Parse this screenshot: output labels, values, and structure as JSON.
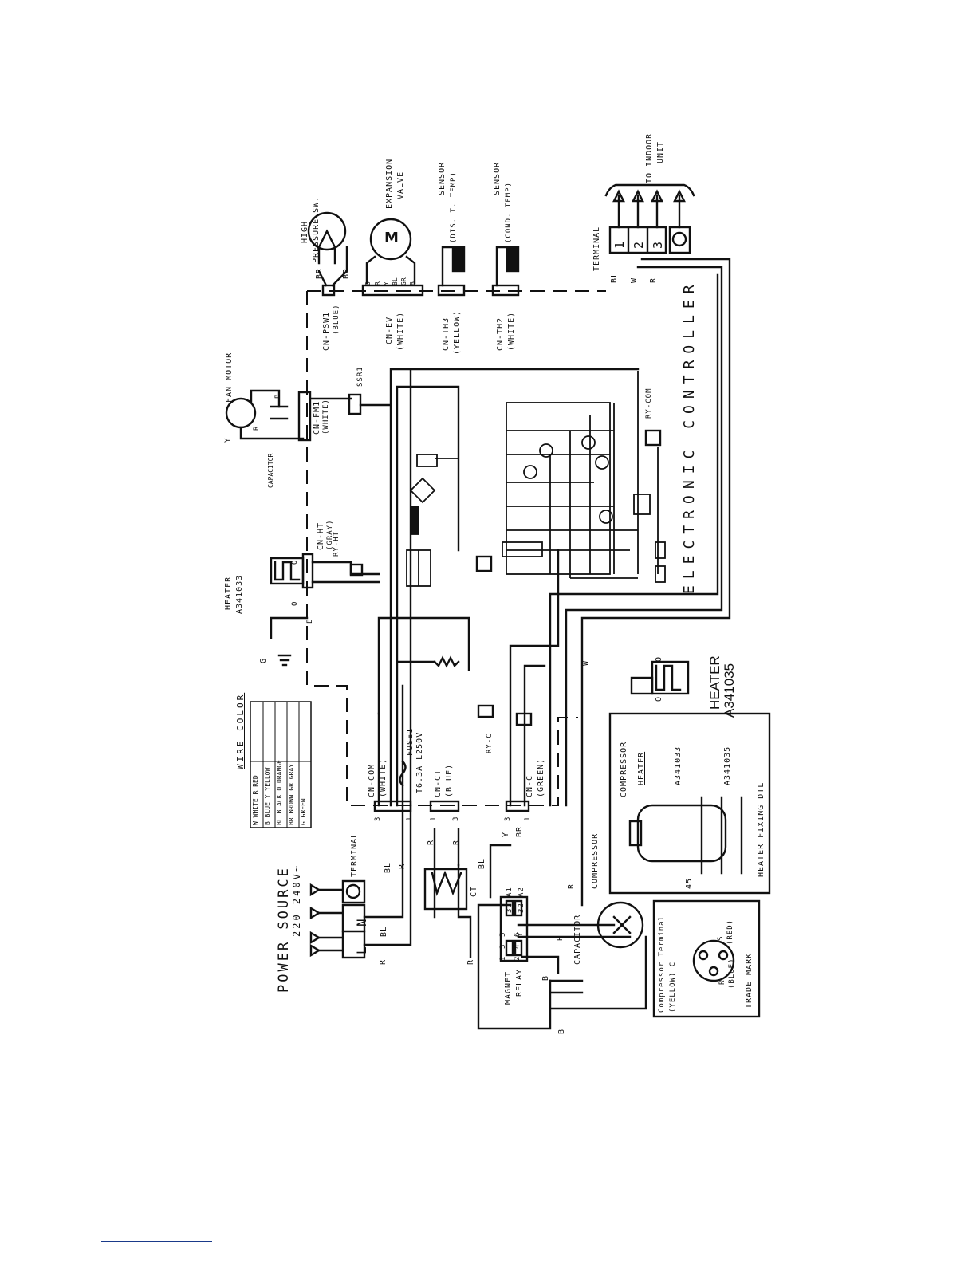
{
  "power_source": {
    "title": "POWER SOURCE",
    "voltage": "220-240V~",
    "terminals": [
      "L",
      "N"
    ],
    "terminal_label": "TERMINAL"
  },
  "wire_color": {
    "title": "WIRE COLOR",
    "rows": [
      {
        "code": "W",
        "name": "WHITE",
        "code2": "R",
        "name2": "RED"
      },
      {
        "code": "B",
        "name": "BLUE",
        "code2": "Y",
        "name2": "YELLOW"
      },
      {
        "code": "BL",
        "name": "BLACK",
        "code2": "O",
        "name2": "ORANGE"
      },
      {
        "code": "BR",
        "name": "BROWN",
        "code2": "GR",
        "name2": "GRAY"
      },
      {
        "code": "G",
        "name": "GREEN",
        "code2": "",
        "name2": ""
      }
    ]
  },
  "components": {
    "fan_motor": "FAN MOTOR",
    "capacitor": "CAPACITOR",
    "heater_top": {
      "name": "HEATER",
      "model": "A341033"
    },
    "heater_bottom": {
      "name": "HEATER",
      "model": "A341035"
    },
    "high_pressure": [
      "HIGH",
      "PRESSURE SW."
    ],
    "expansion_valve": [
      "EXPANSION",
      "VALVE"
    ],
    "motor_symbol": "M",
    "sensor_dis": [
      "SENSOR",
      "(DIS. T. TEMP)"
    ],
    "sensor_cond": [
      "SENSOR",
      "(COND. TEMP)"
    ],
    "terminal_right": "TERMINAL",
    "terminal_numbers": [
      "1",
      "2",
      "3"
    ],
    "to_indoor": [
      "TO INDOOR",
      "UNIT"
    ],
    "electronic_controller": "ELECTRONIC CONTROLLER",
    "compressor": "COMPRESSOR",
    "magnet_relay": [
      "MAGNET",
      "RELAY"
    ],
    "ct": "CT",
    "ground_mark": "G",
    "earth_mark": "E",
    "ssr": "SSR1",
    "ry_ht": "RY-HT",
    "ry_c": "RY-C",
    "ry_com": "RY-COM"
  },
  "connectors": {
    "cn_com": [
      "CN-COM",
      "(WHITE)"
    ],
    "fuse": [
      "FUSE1",
      "T6.3A L250V"
    ],
    "cn_ct": [
      "CN-CT",
      "(BLUE)"
    ],
    "cn_c": [
      "CN-C",
      "(GREEN)"
    ],
    "cn_ht": [
      "CN-HT",
      "(GRAY)"
    ],
    "cn_fm1": [
      "CN-FM1",
      "(WHITE)"
    ],
    "cn_psw1": [
      "CN-PSW1",
      "(BLUE)"
    ],
    "cn_ev": [
      "CN-EV",
      "(WHITE)"
    ],
    "cn_th3": [
      "CN-TH3",
      "(YELLOW)"
    ],
    "cn_th2": [
      "CN-TH2",
      "(WHITE)"
    ]
  },
  "wire_labels": {
    "bl": "BL",
    "r": "R",
    "w": "W",
    "b": "B",
    "y": "Y",
    "br": "BR",
    "o": "O"
  },
  "ev_pins": [
    "O",
    "R",
    "Y",
    "BL",
    "GR",
    "B"
  ],
  "heater_detail": {
    "compressor": "COMPRESSOR",
    "heater": "HEATER",
    "model_1": "A341033",
    "model_2": "A341035",
    "caption": "HEATER FIXING DTL",
    "dimension": "45"
  },
  "compressor_terminal": {
    "title": "Compressor Terminal",
    "c_label": "(YELLOW) C",
    "r_label": "R",
    "r_color": "(BLUE)",
    "s_label": "S",
    "s_color": "(RED)",
    "trade_mark": "TRADE MARK"
  },
  "pin_numbers": {
    "one": "1",
    "two": "2",
    "three": "3",
    "four": "4",
    "five": "5",
    "six": "6",
    "a1": "A1",
    "a2": "A2",
    "p31": "31",
    "p32": "32"
  }
}
